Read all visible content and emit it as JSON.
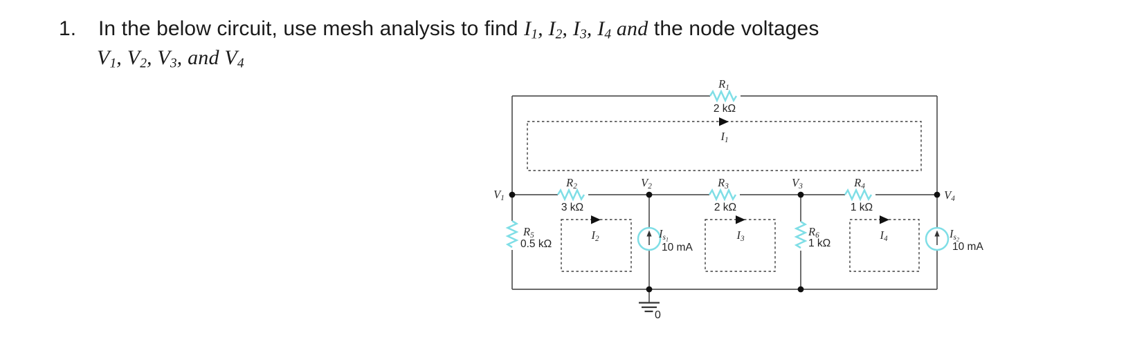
{
  "problem": {
    "number": "1.",
    "line1_prefix": "In the below circuit, use mesh analysis to find ",
    "math1": [
      {
        "base": "I",
        "sub": "1",
        "sep": ", "
      },
      {
        "base": "I",
        "sub": "2",
        "sep": ", "
      },
      {
        "base": "I",
        "sub": "3",
        "sep": ", "
      },
      {
        "base": "I",
        "sub": "4",
        "sep": " "
      }
    ],
    "line1_and": "and",
    "line1_suffix": " the node voltages",
    "math2": [
      {
        "base": "V",
        "sub": "1",
        "sep": ", "
      },
      {
        "base": "V",
        "sub": "2",
        "sep": ", "
      },
      {
        "base": "V",
        "sub": "3",
        "sep": ", "
      }
    ],
    "line2_and": "and ",
    "math2_last": {
      "base": "V",
      "sub": "4"
    }
  },
  "circuit": {
    "accent_color": "#7fdee6",
    "wire_color": "#555555",
    "resistors": [
      {
        "base": "R",
        "sub": "1",
        "value": "2 kΩ"
      },
      {
        "base": "R",
        "sub": "2",
        "value": "3 kΩ"
      },
      {
        "base": "R",
        "sub": "3",
        "value": "2 kΩ"
      },
      {
        "base": "R",
        "sub": "4",
        "value": "1 kΩ"
      },
      {
        "base": "R",
        "sub": "5",
        "value": "0.5 kΩ"
      },
      {
        "base": "R",
        "sub": "6",
        "value": "1 kΩ"
      }
    ],
    "nodes": [
      {
        "base": "V",
        "sub": "1"
      },
      {
        "base": "V",
        "sub": "2"
      },
      {
        "base": "V",
        "sub": "3"
      },
      {
        "base": "V",
        "sub": "4"
      }
    ],
    "mesh_currents": [
      {
        "base": "I",
        "sub": "1"
      },
      {
        "base": "I",
        "sub": "2"
      },
      {
        "base": "I",
        "sub": "3"
      },
      {
        "base": "I",
        "sub": "4"
      }
    ],
    "sources": [
      {
        "base": "I",
        "sub": "s",
        "subsub": "1",
        "value": "10 mA"
      },
      {
        "base": "I",
        "sub": "s",
        "subsub": "2",
        "value": "10 mA"
      }
    ],
    "ground_label": "0"
  }
}
